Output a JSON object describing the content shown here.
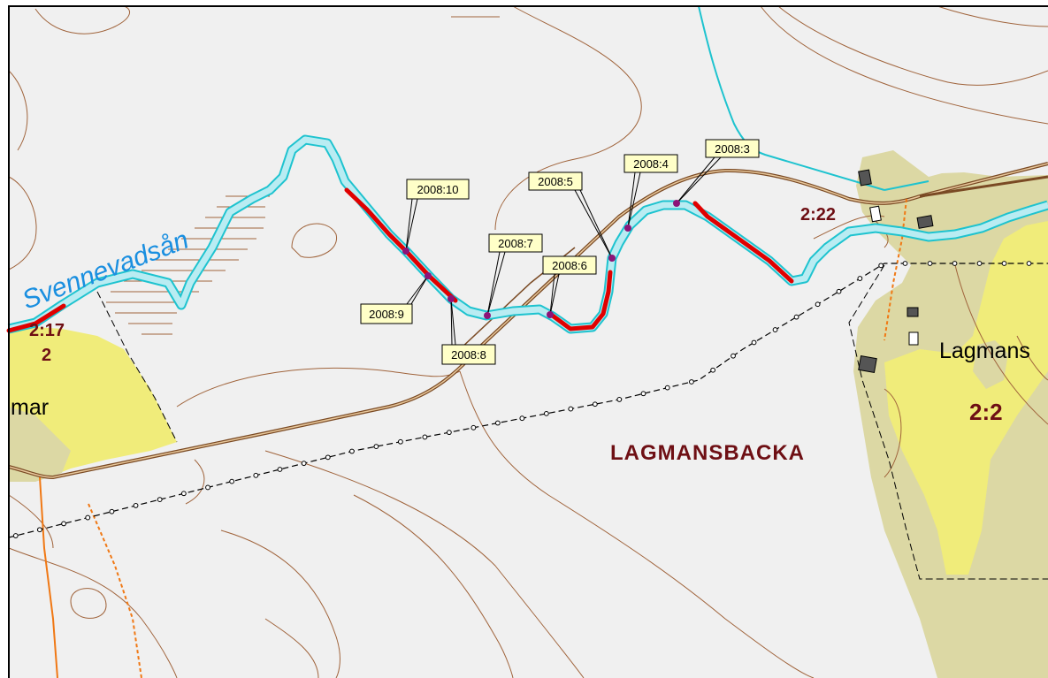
{
  "map": {
    "labels": {
      "river": "Svennevadsån",
      "locality_right": "Lagmans",
      "locality_left": "mar",
      "area": "LAGMANSBACKA",
      "parcel_left_top": "2:17",
      "parcel_left_bottom": "2",
      "parcel_mid": "2:22",
      "parcel_right": "2:2"
    },
    "survey_points": [
      "2008:3",
      "2008:4",
      "2008:5",
      "2008:6",
      "2008:7",
      "2008:8",
      "2008:9",
      "2008:10"
    ],
    "colors": {
      "background": "#f0f0f0",
      "river_fill": "#b9ecf2",
      "river_outline": "#1ec3cf",
      "stream": "#1ec3cf",
      "contour": "#a0643c",
      "road": "#7a4a24",
      "path": "#f07814",
      "railway": "#000000",
      "field_yellow": "#f0ec7a",
      "built_area": "#dcd8a4",
      "highlight_segment": "#e00000",
      "survey_point": "#8c1478",
      "callout_fill": "#ffffc8",
      "parcel_text": "#6e0f14",
      "river_label": "#1a8fe0"
    }
  }
}
